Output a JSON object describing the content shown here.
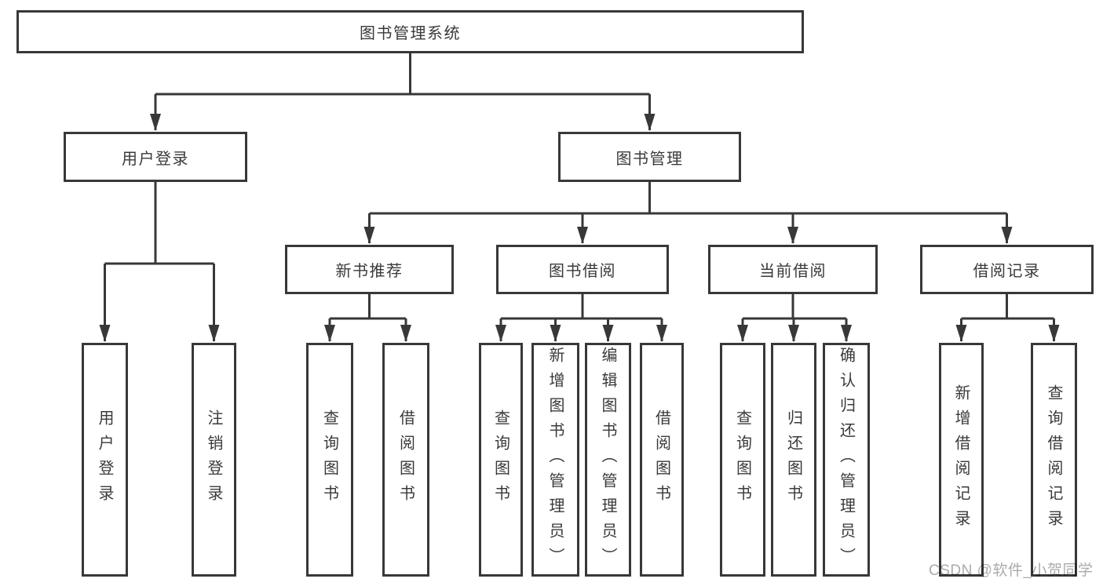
{
  "tree": {
    "label": "图书管理系统",
    "children": [
      {
        "label": "用户登录",
        "children": [
          {
            "label": "用户登录"
          },
          {
            "label": "注销登录"
          }
        ]
      },
      {
        "label": "图书管理",
        "children": [
          {
            "label": "新书推荐",
            "children": [
              {
                "label": "查询图书"
              },
              {
                "label": "借阅图书"
              }
            ]
          },
          {
            "label": "图书借阅",
            "children": [
              {
                "label": "查询图书"
              },
              {
                "label": "新增图书（管理员）"
              },
              {
                "label": "编辑图书（管理员）"
              },
              {
                "label": "借阅图书"
              }
            ]
          },
          {
            "label": "当前借阅",
            "children": [
              {
                "label": "查询图书"
              },
              {
                "label": "归还图书"
              },
              {
                "label": "确认归还（管理员）"
              }
            ]
          },
          {
            "label": "借阅记录",
            "children": [
              {
                "label": "新增借阅记录"
              },
              {
                "label": "查询借阅记录"
              }
            ]
          }
        ]
      }
    ]
  },
  "watermark": {
    "text": "CSDN @软件_小贺同学"
  },
  "colors": {
    "line": "#383838",
    "box_border": "#383838",
    "box_fill": "#ffffff",
    "text": "#3a3a3a",
    "watermark": "#ababab",
    "background": "#ffffff"
  }
}
